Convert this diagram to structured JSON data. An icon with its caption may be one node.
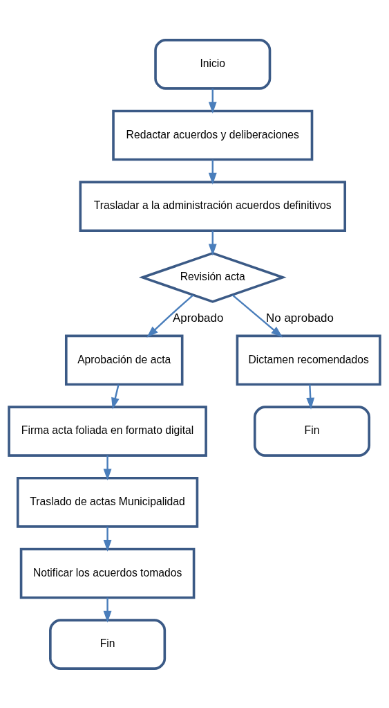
{
  "diagram": {
    "nodes": [
      {
        "text": [
          "Inicio"
        ]
      },
      {
        "text": [
          "Redactar acuerdos y deliberaciones"
        ]
      },
      {
        "text": [
          "Trasladar a la administración acuerdos definitivos"
        ]
      },
      {
        "text": [
          "Revisión acta"
        ]
      },
      {
        "text": [
          "Aprobación de acta"
        ]
      },
      {
        "text": [
          "Firma acta foliada en formato digital"
        ]
      },
      {
        "text": [
          "Traslado de actas Municipalidad"
        ]
      },
      {
        "text": [
          "Notificar los acuerdos tomados"
        ]
      },
      {
        "text": [
          "Fin"
        ]
      },
      {
        "text": [
          "Dictamen recomendados"
        ]
      },
      {
        "text": [
          "Fin"
        ]
      }
    ],
    "edges": [
      {
        "from": 0,
        "to": 1,
        "arrow": "to"
      },
      {
        "from": 1,
        "to": 2,
        "arrow": "to"
      },
      {
        "from": 2,
        "to": 3,
        "arrow": "to"
      },
      {
        "from": 3,
        "to": 4,
        "arrow": "to",
        "label": "Aprobado"
      },
      {
        "from": 3,
        "to": 9,
        "arrow": "to",
        "label": "No aprobado"
      },
      {
        "from": 4,
        "to": 5,
        "arrow": "to"
      },
      {
        "from": 5,
        "to": 6,
        "arrow": "to"
      },
      {
        "from": 6,
        "to": 7,
        "arrow": "to"
      },
      {
        "from": 7,
        "to": 8,
        "arrow": "to"
      },
      {
        "from": 9,
        "to": 10,
        "arrow": "to"
      }
    ]
  }
}
